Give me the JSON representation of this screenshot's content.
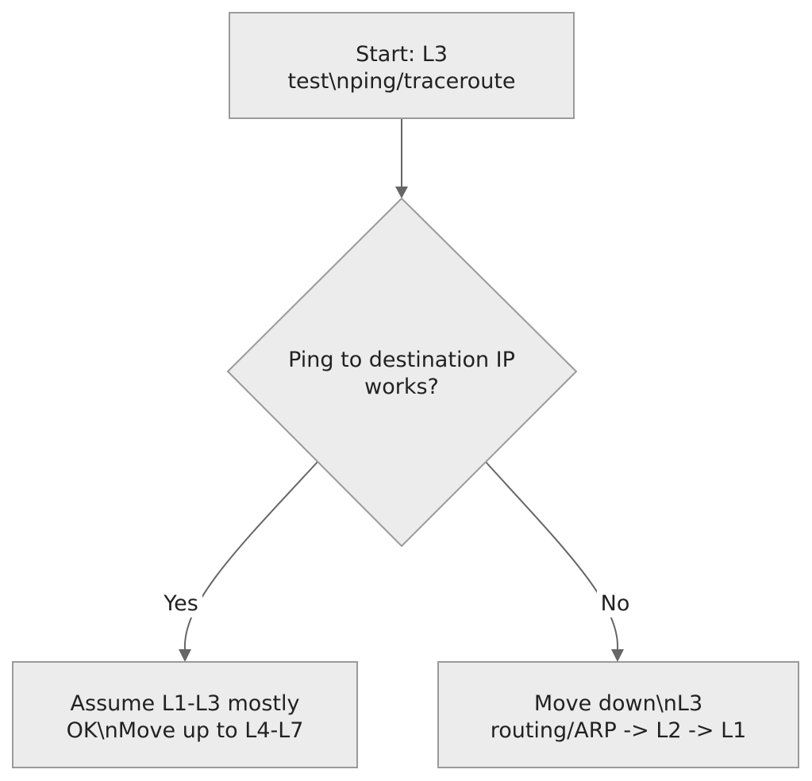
{
  "nodes": {
    "start": {
      "line1": "Start: L3",
      "line2": "test\\nping/traceroute"
    },
    "decision": {
      "line1": "Ping to destination IP",
      "line2": "works?"
    },
    "yes_branch": {
      "line1": "Assume L1-L3 mostly",
      "line2": "OK\\nMove up to L4-L7"
    },
    "no_branch": {
      "line1": "Move down\\nL3",
      "line2": "routing/ARP -> L2 -> L1"
    }
  },
  "edges": {
    "yes_label": "Yes",
    "no_label": "No"
  }
}
